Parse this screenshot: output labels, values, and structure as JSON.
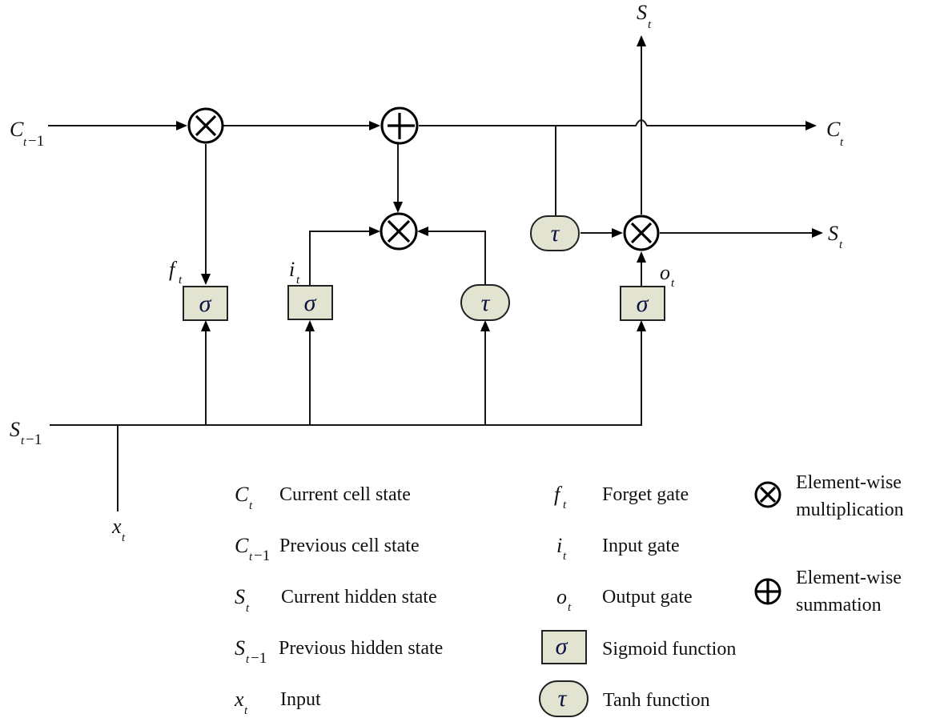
{
  "diagram": {
    "type": "LSTM cell",
    "nodes": {
      "c_prev": {
        "base": "C",
        "sub": "t",
        "subsuffix": "−1"
      },
      "c_out": {
        "base": "C",
        "sub": "t"
      },
      "s_top": {
        "base": "S",
        "sub": "t"
      },
      "s_out": {
        "base": "S",
        "sub": "t"
      },
      "s_prev": {
        "base": "S",
        "sub": "t",
        "subsuffix": "−1"
      },
      "x_in": {
        "base": "x",
        "sub": "t"
      },
      "f_gate": {
        "base": "f",
        "sub": "t"
      },
      "i_gate": {
        "base": "i",
        "sub": "t"
      },
      "o_gate": {
        "base": "o",
        "sub": "t"
      }
    },
    "sigma_symbol": "σ",
    "tanh_symbol": "τ"
  },
  "legend": {
    "left": [
      {
        "base": "C",
        "sub": "t",
        "subsuffix": "",
        "label": "Current cell state"
      },
      {
        "base": "C",
        "sub": "t",
        "subsuffix": "−1",
        "label": "Previous cell state"
      },
      {
        "base": "S",
        "sub": "t",
        "subsuffix": "",
        "label": "Current hidden state"
      },
      {
        "base": "S",
        "sub": "t",
        "subsuffix": "−1",
        "label": "Previous hidden state"
      },
      {
        "base": "x",
        "sub": "t",
        "subsuffix": "",
        "label": "Input"
      }
    ],
    "middle": [
      {
        "base": "f",
        "sub": "t",
        "label": "Forget gate"
      },
      {
        "base": "i",
        "sub": "t",
        "label": "Input gate"
      },
      {
        "base": "o",
        "sub": "t",
        "label": "Output gate"
      },
      {
        "symbol": "σ",
        "label": "Sigmoid function"
      },
      {
        "symbol": "τ",
        "label": "Tanh function"
      }
    ],
    "right": [
      {
        "label_line1": "Element-wise",
        "label_line2": "multiplication"
      },
      {
        "label_line1": "Element-wise",
        "label_line2": "summation"
      }
    ]
  }
}
